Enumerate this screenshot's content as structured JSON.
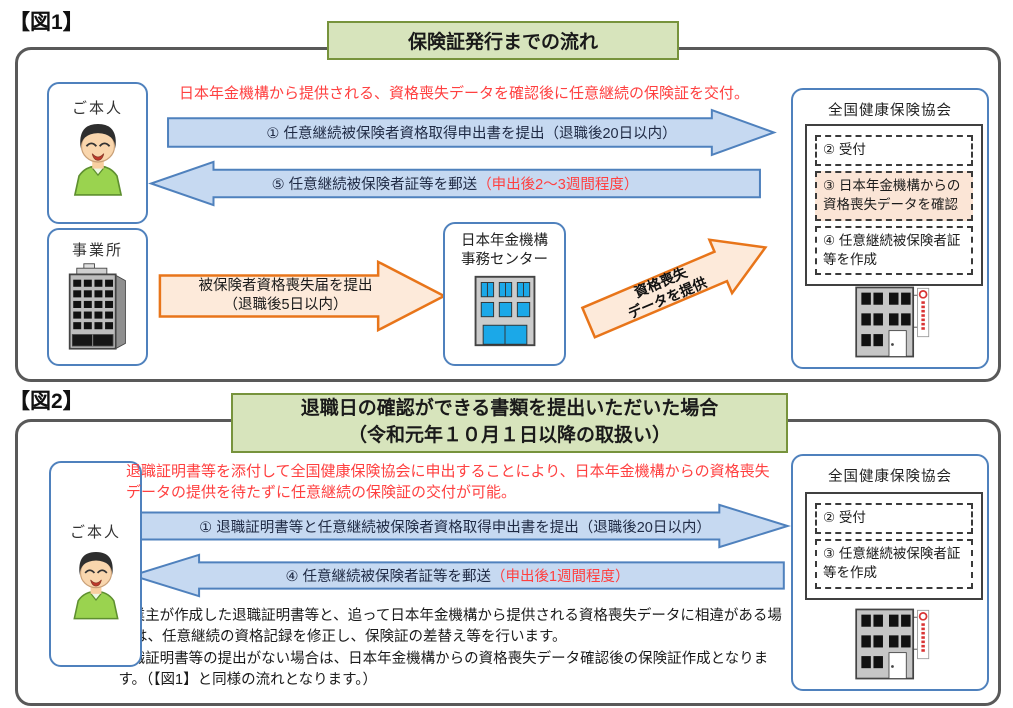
{
  "colors": {
    "title_fill": "#d7e4bc",
    "title_border": "#77933c",
    "blue_arrow_fill": "#c6d9f1",
    "blue_arrow_border": "#4f81bd",
    "orange_arrow_fill": "#fdeada",
    "orange_arrow_border": "#e8751a",
    "highlight_step_fill": "#fbe5d6",
    "red_text": "#ff4040",
    "frame_border": "#595959"
  },
  "icons": {
    "person": "person-icon",
    "office": "office-building-icon",
    "pension_center": "pension-center-building-icon",
    "kyokai": "kyokai-building-icon"
  },
  "fig1": {
    "label": "【図1】",
    "title": "保険証発行までの流れ",
    "red_note": "日本年金機構から提供される、資格喪失データを確認後に任意継続の保険証を交付。",
    "person": "ご本人",
    "arrow1": "① 任意継続被保険者資格取得申出書を提出（退職後20日以内）",
    "arrow5_main": "⑤ 任意継続被保険者証等を郵送",
    "arrow5_red": "（申出後2～3週間程度）",
    "office": "事業所",
    "office_arrow_l1": "被保険者資格喪失届を提出",
    "office_arrow_l2": "（退職後5日以内）",
    "center_l1": "日本年金機構",
    "center_l2": "事務センター",
    "diag_l1": "資格喪失",
    "diag_l2": "データを提供",
    "kyokai_title": "全国健康保険協会",
    "steps": [
      "② 受付",
      "③ 日本年金機構からの資格喪失データを確認",
      "④ 任意継続被保険者証等を作成"
    ]
  },
  "fig2": {
    "label": "【図2】",
    "title_l1": "退職日の確認ができる書類を提出いただいた場合",
    "title_l2": "（令和元年１０月１日以降の取扱い）",
    "red_note": "退職証明書等を添付して全国健康保険協会に申出することにより、日本年金機構からの資格喪失データの提供を待たずに任意継続の保険証の交付が可能。",
    "person": "ご本人",
    "arrow1": "① 退職証明書等と任意継続被保険者資格取得申出書を提出（退職後20日以内）",
    "arrow4_main": "④ 任意継続被保険者証等を郵送",
    "arrow4_red": "（申出後1週間程度）",
    "kyokai_title": "全国健康保険協会",
    "steps": [
      "② 受付",
      "③ 任意継続被保険者証等を作成"
    ],
    "footnote1": "※事業主が作成した退職証明書等と、追って日本年金機構から提供される資格喪失データに相違がある場合は、任意継続の資格記録を修正し、保険証の差替え等を行います。",
    "footnote2": "※退職証明書等の提出がない場合は、日本年金機構からの資格喪失データ確認後の保険証作成となります。（【図1】と同様の流れとなります。）"
  }
}
